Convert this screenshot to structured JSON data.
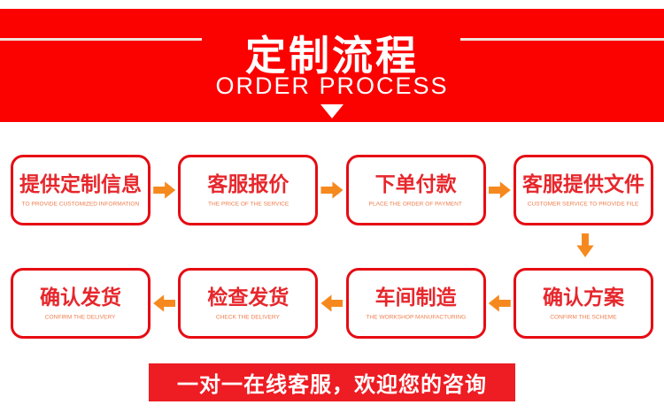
{
  "banner": {
    "title": "定制流程",
    "subtitle": "ORDER PROCESS"
  },
  "flow": {
    "row1": [
      {
        "title": "提供定制信息",
        "subtitle": "TO PROVIDE CUSTOMIZED INFORMATION"
      },
      {
        "title": "客服报价",
        "subtitle": "THE PRICE OF THE SERVICE"
      },
      {
        "title": "下单付款",
        "subtitle": "PLACE THE ORDER OF PAYMENT"
      },
      {
        "title": "客服提供文件",
        "subtitle": "CUSTOMER SERVICE TO PROVIDE FILE"
      }
    ],
    "row2": [
      {
        "title": "确认发货",
        "subtitle": "CONFIRM THE DELIVERY"
      },
      {
        "title": "检查发货",
        "subtitle": "CHECK THE DELIVERY"
      },
      {
        "title": "车间制造",
        "subtitle": "THE WORKSHOP MANUFACTURING"
      },
      {
        "title": "确认方案",
        "subtitle": "CONFIRM THE SCHEME"
      }
    ]
  },
  "footer": {
    "text": "一对一在线客服，欢迎您的咨询"
  },
  "colors": {
    "banner_red": "#fb0100",
    "box_border_red": "#e60c13",
    "box_title_red": "#e6272c",
    "box_subtitle_orange": "#ef7e4e",
    "arrow_orange": "#f6891e",
    "footer_red": "#ee1c23",
    "divider_line": "#f2e3dc"
  }
}
